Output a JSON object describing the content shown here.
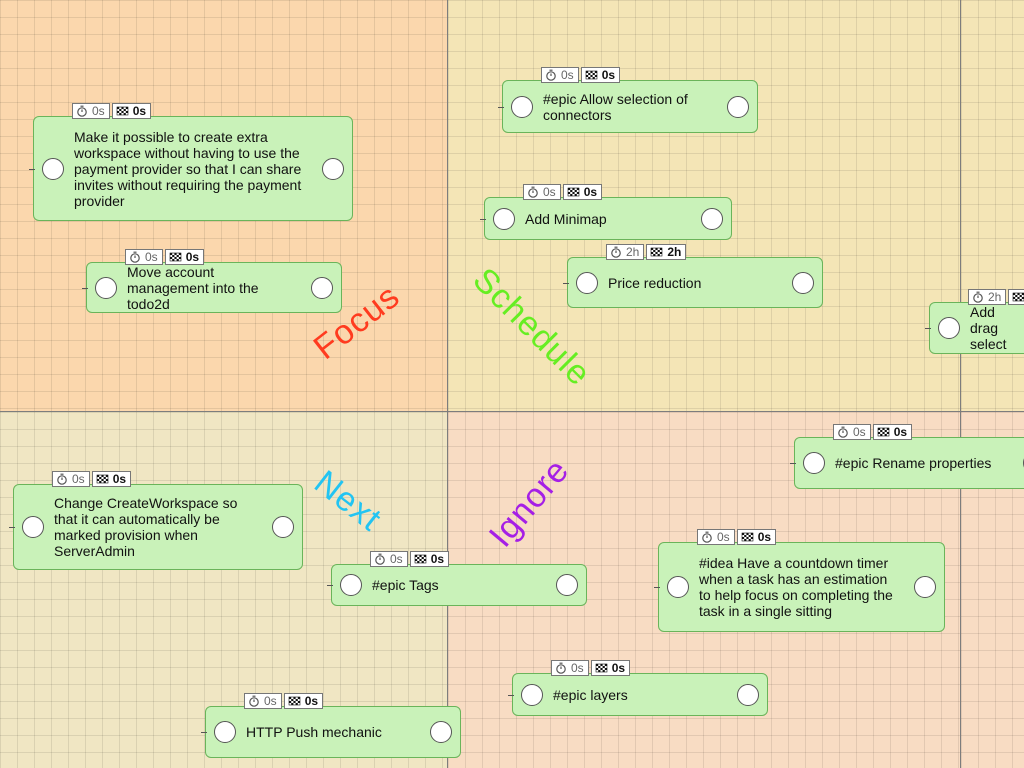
{
  "quadrants": {
    "focus": {
      "label": "Focus",
      "color": "#ff3b1f"
    },
    "schedule": {
      "label": "Schedule",
      "color": "#66ee22"
    },
    "next": {
      "label": "Next",
      "color": "#22c4f2"
    },
    "ignore": {
      "label": "Ignore",
      "color": "#a51fe6"
    }
  },
  "colors": {
    "card_bg": "#c9f2b9",
    "card_border": "#6ab45a"
  },
  "icons": {
    "time_spent": "stopwatch-icon",
    "estimate": "checkered-flag-icon"
  },
  "cards": [
    {
      "id": "extra-workspace",
      "text": "Make it possible to create extra workspace without having to use the payment provider so that I can share invites without requiring the payment provider",
      "spent": "0s",
      "estimate": "0s"
    },
    {
      "id": "account-management",
      "text": "Move account management into the todo2d",
      "spent": "0s",
      "estimate": "0s"
    },
    {
      "id": "allow-selection",
      "text": "#epic Allow selection of connectors",
      "spent": "0s",
      "estimate": "0s"
    },
    {
      "id": "add-minimap",
      "text": "Add Minimap",
      "spent": "0s",
      "estimate": "0s"
    },
    {
      "id": "price-reduction",
      "text": "Price reduction",
      "spent": "2h",
      "estimate": "2h"
    },
    {
      "id": "drag-select",
      "text": "Add drag select",
      "spent": "2h",
      "estimate": ""
    },
    {
      "id": "rename-properties",
      "text": "#epic Rename properties",
      "spent": "0s",
      "estimate": "0s"
    },
    {
      "id": "create-workspace",
      "text": "Change CreateWorkspace so that it can automatically be marked provision when ServerAdmin",
      "spent": "0s",
      "estimate": "0s"
    },
    {
      "id": "epic-tags",
      "text": "#epic Tags",
      "spent": "0s",
      "estimate": "0s"
    },
    {
      "id": "countdown-timer",
      "text": "#idea Have a countdown timer when a task has an estimation to help focus on completing the task in a single sitting",
      "spent": "0s",
      "estimate": "0s"
    },
    {
      "id": "epic-layers",
      "text": "#epic layers",
      "spent": "0s",
      "estimate": "0s"
    },
    {
      "id": "http-push",
      "text": "HTTP Push mechanic",
      "spent": "0s",
      "estimate": "0s"
    }
  ]
}
